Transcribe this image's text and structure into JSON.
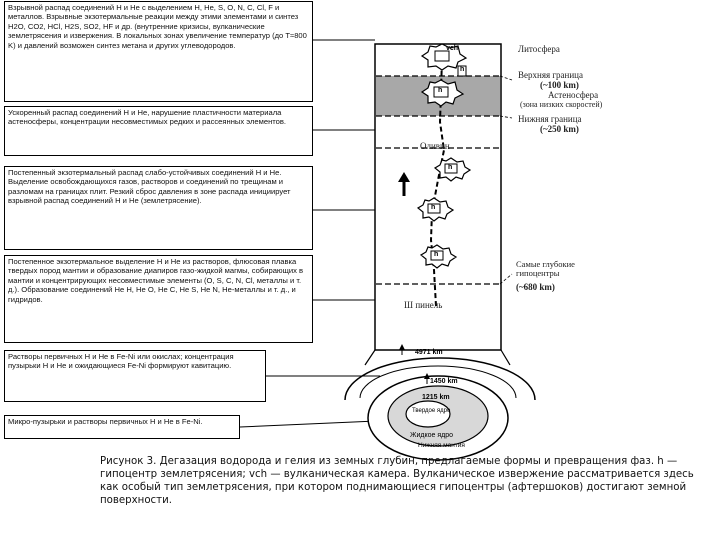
{
  "left_boxes": [
    {
      "id": "box1",
      "text": "Взрывной распад соединений Н и Не с выделением Н, Не, S, O, N, C, Cl, F и металлов. Взрывные экзотермальные реакции между этими элементами и синтез H2O, CO2, HCl, H2S, SO2, HF и др. (внутренние кризисы, вулканические землетрясения и извержения. В локальных зонах увеличение температур (до T≈800 K) и давлений возможен синтез метана и других углеводородов."
    },
    {
      "id": "box2",
      "text": "Ускоренный распад соединений Н и Не, нарушение пластичности материала астеносферы, концентрации несовместимых редких и рассеянных элементов."
    },
    {
      "id": "box3",
      "text": "Постепенный экзотермальный распад слабо-устойчивых соединений Н и Не. Выделение освобождающихся газов, растворов и соединений по трещинам и разломам на границах плит. Резкий сброс давления в зоне распада инициирует взрывной распад соединений Н и Не (землетрясение)."
    },
    {
      "id": "box4",
      "text": "Постепенное экзотермальное выделение Н и Не из растворов, флюсовая плавка твердых пород мантии и образование диапиров газо-жидкой магмы, собирающих в мантии и концентрирующих несовместимые элементы (O, S, C, N, Cl, металлы и т. д.). Образование соединений Не Н, Не O, Не С, Не S, Не N, Не-металлы и т. д., и гидридов."
    },
    {
      "id": "box5",
      "text": "Растворы первичных Н и Не в Fe-Ni или окислах; концентрация пузырьки Н и Не и ожидающиеся Fe-Ni формируют кавитацию."
    },
    {
      "id": "box6",
      "text": "Микро-пузырьки и растворы первичных Н и Не в Fe-Ni."
    }
  ],
  "right_labels": {
    "lithosphere": "Литосфера",
    "upper_boundary": "Верхняя граница",
    "upper_depth": "(~100 km)",
    "asthenosphere": "Астеносфера",
    "asthenosphere_note": "(зона низких скоростей)",
    "lower_boundary": "Нижняя граница",
    "lower_depth": "(~250 km)",
    "deep_quakes": "Самые глубокие гипоцентры",
    "deep_depth": "(~680 km)"
  },
  "column": {
    "vch_label": "vch",
    "h_label": "h",
    "olivine_label": "Оливин",
    "spinel_label": "Ш пинель",
    "depth_4971": "4971 km",
    "depth_1450": "1450 km",
    "depth_1215": "1215 km",
    "inner_core": "Твердое ядро",
    "outer_core": "Жидкое ядро",
    "lower_mantle": "Нижняя мантия"
  },
  "caption": "Рисунок 3. Дегазация водорода и гелия из земных глубин, предлагаемые формы и превращения фаз. h — гипоцентр землетрясения; vch — вулканическая камера. Вулканическое извержение рассматривается здесь как особый тип землетрясения, при котором поднимающиеся гипоцентры (афтершоков) достигают земной поверхности."
}
